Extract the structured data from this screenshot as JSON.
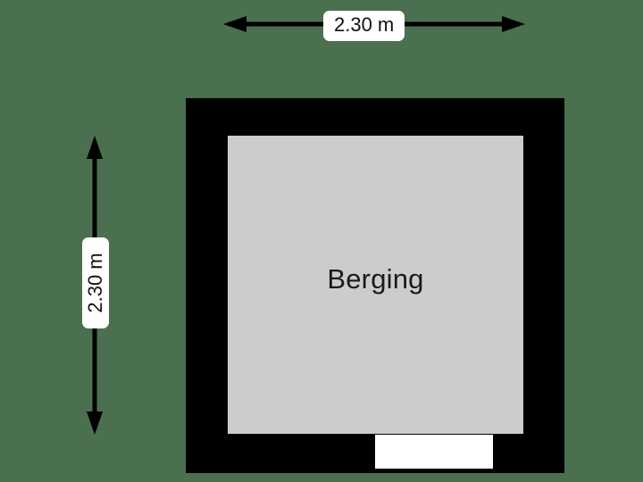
{
  "plan": {
    "background_color": "#4a7050",
    "wall_color": "#000000",
    "floor_color": "#cccccc",
    "door_color": "#ffffff",
    "label_badge_color": "#ffffff"
  },
  "room": {
    "name": "Berging"
  },
  "dimensions": {
    "width": {
      "label": "2.30 m",
      "orientation": "horizontal"
    },
    "height": {
      "label": "2.30 m",
      "orientation": "vertical"
    }
  },
  "door": {
    "name": "door-opening"
  }
}
